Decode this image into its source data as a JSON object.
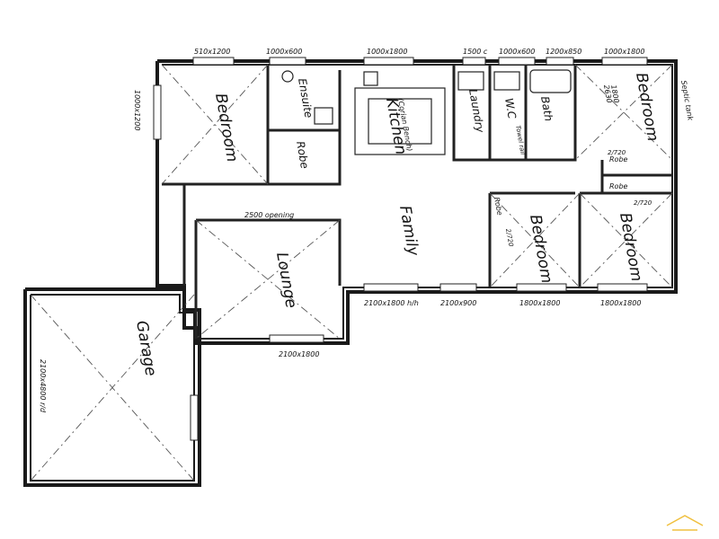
{
  "rooms": {
    "bedroom_nw": "Bedroom",
    "ensuite": "Ensuite",
    "robe_ensuite": "Robe",
    "kitchen": "Kitchen",
    "kitchen_note": "(Corian Bench)",
    "laundry": "Laundry",
    "wc": "W.C",
    "wc_note": "Towel rail",
    "bath": "Bath",
    "bedroom_ne": "Bedroom",
    "family": "Family",
    "lounge": "Lounge",
    "bedroom_s1": "Bedroom",
    "bedroom_s2": "Bedroom",
    "garage": "Garage",
    "robe_1": "Robe",
    "robe_2": "Robe",
    "robe_3": "Robe"
  },
  "dimensions": {
    "top_1": "510x1200",
    "top_2": "1000x600",
    "top_3": "1000x1800",
    "top_4": "1500 c",
    "top_5": "1000x600",
    "top_6": "1200x850",
    "top_7": "1000x1800",
    "left_1": "1000x1200",
    "bedroom_ne_size": "1800",
    "bedroom_ne_size2": "2630",
    "opening": "2500 opening",
    "bottom_1": "2100x1800 h/h",
    "bottom_2": "2100x900",
    "bottom_3": "1800x1800",
    "bottom_4": "1800x1800",
    "lounge_bottom": "2100x1800",
    "garage_door": "2100x4800 r/d",
    "septic": "Septic tank",
    "door_1": "2/720",
    "door_2": "2/720",
    "door_3": "2/720"
  }
}
